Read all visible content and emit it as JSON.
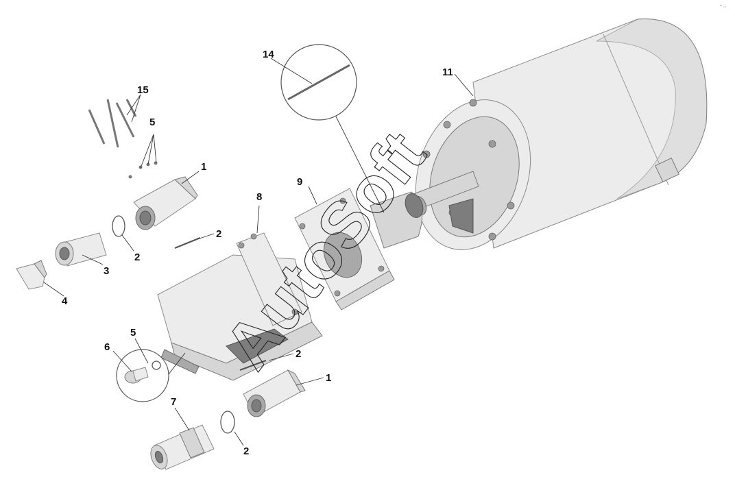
{
  "watermark": {
    "text": "AutoSoft"
  },
  "corner_mark": {
    "text": "° ··"
  },
  "labels": [
    {
      "id": "14",
      "text": "14"
    },
    {
      "id": "11",
      "text": "11"
    },
    {
      "id": "15",
      "text": "15"
    },
    {
      "id": "5a",
      "text": "5"
    },
    {
      "id": "1a",
      "text": "1"
    },
    {
      "id": "9",
      "text": "9"
    },
    {
      "id": "8",
      "text": "8"
    },
    {
      "id": "2a",
      "text": "2"
    },
    {
      "id": "2b",
      "text": "2"
    },
    {
      "id": "3",
      "text": "3"
    },
    {
      "id": "4",
      "text": "4"
    },
    {
      "id": "5b",
      "text": "5"
    },
    {
      "id": "6",
      "text": "6"
    },
    {
      "id": "2c",
      "text": "2"
    },
    {
      "id": "1b",
      "text": "1"
    },
    {
      "id": "7",
      "text": "7"
    },
    {
      "id": "2d",
      "text": "2"
    }
  ]
}
